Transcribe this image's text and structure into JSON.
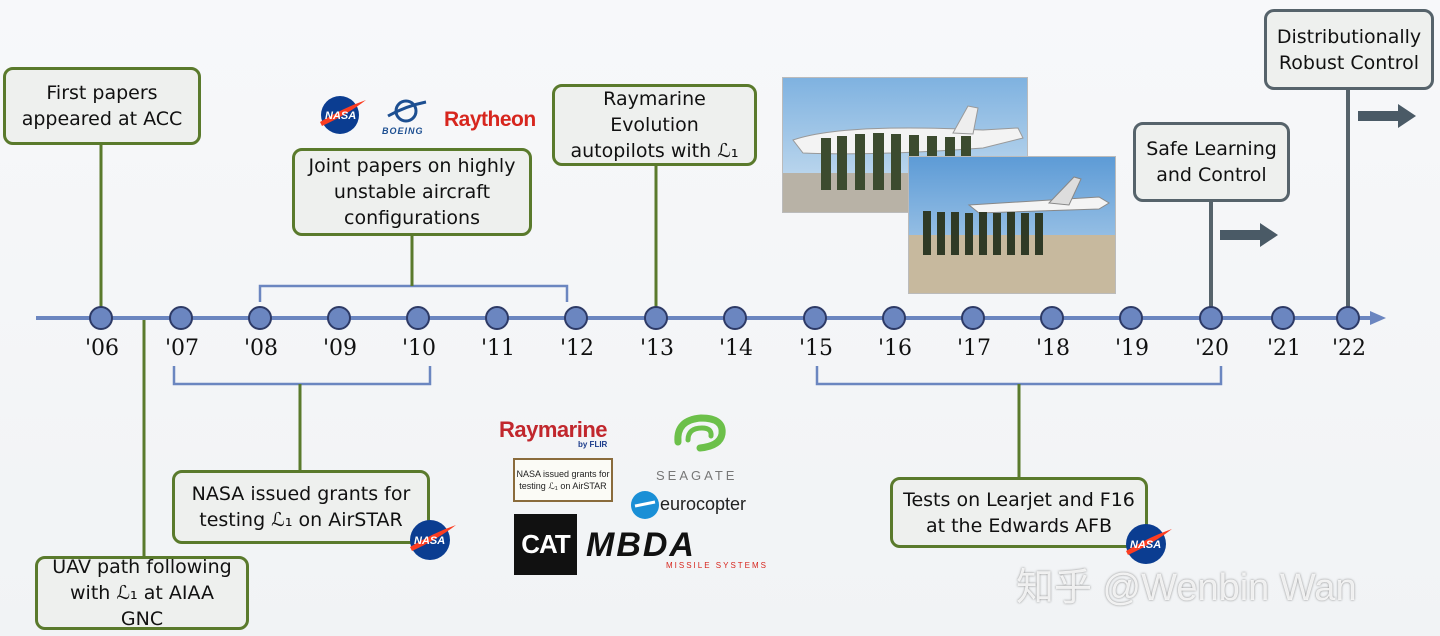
{
  "colors": {
    "green_line": "#5a7a2c",
    "gray_line": "#56636b",
    "timeline": "#6b86c0",
    "node": "#6b86c0"
  },
  "years": [
    "'06",
    "'07",
    "'08",
    "'09",
    "'10",
    "'11",
    "'12",
    "'13",
    "'14",
    "'15",
    "'16",
    "'17",
    "'18",
    "'19",
    "'20",
    "'21",
    "'22"
  ],
  "boxes": {
    "first_papers": "First papers\nappeared at ACC",
    "joint_papers": "Joint papers on highly\nunstable aircraft\nconfigurations",
    "raymarine": "Raymarine\nEvolution\nautopilots with ℒ₁",
    "safe_learning": "Safe Learning\nand Control",
    "dist_robust": "Distributionally\nRobust Control",
    "nasa_grants": "NASA issued grants for\ntesting ℒ₁ on AirSTAR",
    "uav_path": "UAV path following\nwith ℒ₁ at AIAA\nGNC",
    "tests": "Tests on Learjet and F16\nat the Edwards AFB"
  },
  "logos": {
    "nasa": "NASA",
    "boeing": "BOEING",
    "raytheon": "Raytheon",
    "raymarine": "Raymarine",
    "by_flir": "by FLIR",
    "seagate": "SEAGATE",
    "eurocopter": "eurocopter",
    "cat": "CAT",
    "mbda": "MBDA",
    "mbda_sub": "MISSILE SYSTEMS",
    "nasa_note": "NASA issued grants for\ntesting ℒ₁ on AirSTAR"
  },
  "watermark": "知乎 @Wenbin Wan",
  "icons": [
    "nasa-meatball-icon",
    "boeing-icon",
    "arrow-right-icon"
  ]
}
